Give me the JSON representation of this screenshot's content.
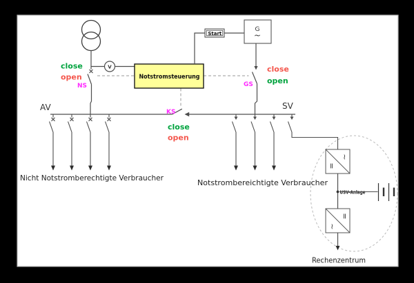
{
  "colors": {
    "background": "#000000",
    "paper": "#ffffff",
    "wire": "#4d4d4d",
    "green": "#00a33e",
    "red": "#f4574d",
    "magenta": "#ff2bff",
    "controller_fill": "#ffff99"
  },
  "controller": {
    "label": "Notstromsteuerung"
  },
  "generator": {
    "label": "G",
    "ac_symbol": "~",
    "start_button": "Start"
  },
  "voltmeter": {
    "label": "V"
  },
  "switches": {
    "ns": {
      "id": "NS",
      "close_label": "close",
      "open_label": "open"
    },
    "gs": {
      "id": "GS",
      "close_label": "close",
      "open_label": "open"
    },
    "ks": {
      "id": "KS",
      "close_label": "close",
      "open_label": "open"
    }
  },
  "buses": {
    "av": {
      "label": "AV",
      "caption": "Nicht Notstromberechtigte Verbraucher"
    },
    "sv": {
      "label": "SV",
      "caption": "Notstrombereichtigte Verbraucher"
    }
  },
  "ups": {
    "label": "USV-Anlage",
    "ac_symbol": "~",
    "dc_symbol": "="
  },
  "datacenter": {
    "label": "Rechenzentrum"
  }
}
